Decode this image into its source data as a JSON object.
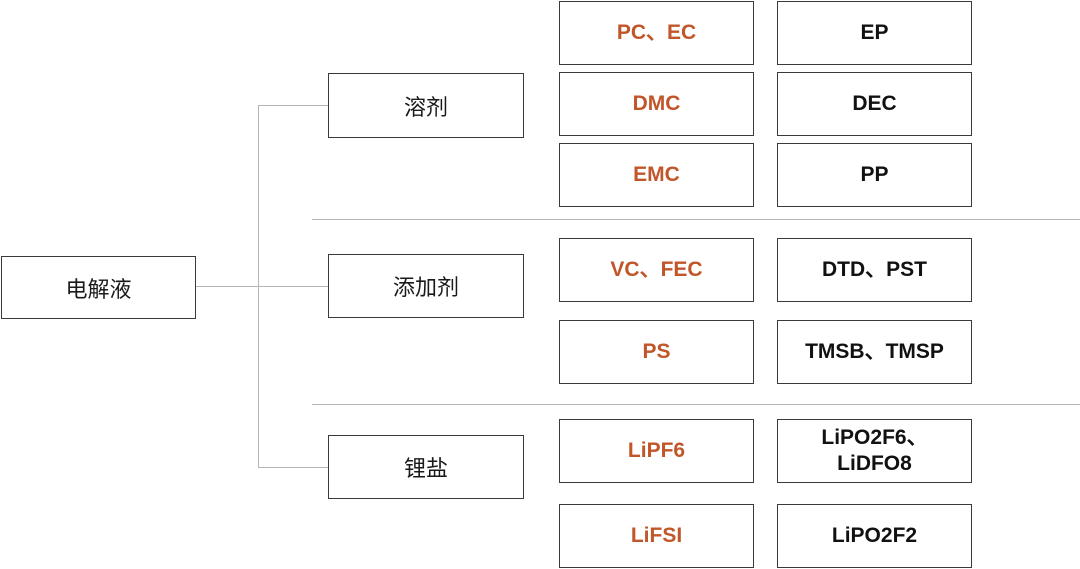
{
  "root": {
    "label": "电解液"
  },
  "groups": [
    {
      "label": "溶剂",
      "items": [
        {
          "left": "PC、EC",
          "right": "EP"
        },
        {
          "left": "DMC",
          "right": "DEC"
        },
        {
          "left": "EMC",
          "right": "PP"
        }
      ]
    },
    {
      "label": "添加剂",
      "items": [
        {
          "left": "VC、FEC",
          "right": "DTD、PST"
        },
        {
          "left": "PS",
          "right": "TMSB、TMSP"
        }
      ]
    },
    {
      "label": "锂盐",
      "items": [
        {
          "left": "LiPF6",
          "right_line1": "LiPO2F6、",
          "right_line2": "LiDFO8"
        },
        {
          "left": "LiFSI",
          "right": "LiPO2F2"
        }
      ]
    }
  ],
  "colors": {
    "left_items": "#c0562a",
    "right_items": "#111111",
    "border": "#3a3a3a",
    "connector": "#b5b5b5"
  }
}
